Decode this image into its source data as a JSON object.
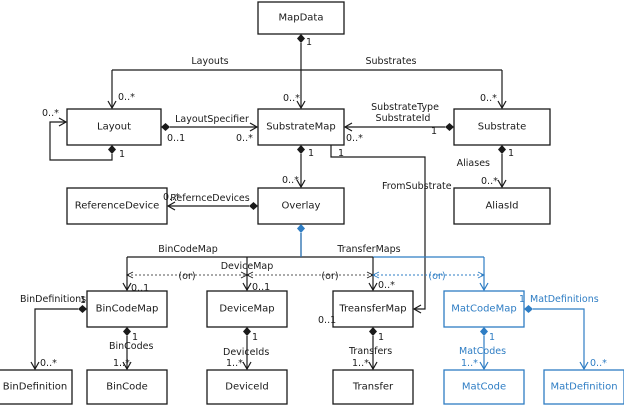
{
  "nodes": {
    "mapdata": "MapData",
    "layout": "Layout",
    "substratemap": "SubstrateMap",
    "substrate": "Substrate",
    "referencedevice": "ReferenceDevice",
    "overlay": "Overlay",
    "aliasid": "AliasId",
    "bincodemap": "BinCodeMap",
    "devicemap": "DeviceMap",
    "treansfermap": "TreansferMap",
    "matcodemap": "MatCodeMap",
    "bindefinition": "BinDefinition",
    "bincode": "BinCode",
    "deviceid": "DeviceId",
    "transfer": "Transfer",
    "matcode": "MatCode",
    "matdefinition": "MatDefinition"
  },
  "labels": {
    "layouts": "Layouts",
    "substrates": "Substrates",
    "layoutspecifier": "LayoutSpecifier",
    "substratetype": "SubstrateType",
    "substrateid": "SubstrateId",
    "aliases": "Aliases",
    "fromsubstrate": "FromSubstrate",
    "refernce_devices": "RefernceDevices",
    "bincodemap": "BinCodeMap",
    "transfermaps": "TransferMaps",
    "devicemap": "DeviceMap",
    "or1": "(or)",
    "or2": "(or)",
    "or3": "(or)",
    "bindefinitions": "BinDefinitions",
    "bincodes": "BinCodes",
    "deviceids": "DeviceIds",
    "transfers": "Transfers",
    "matcodes": "MatCodes",
    "matdefinitions": "MatDefinitions"
  },
  "multiplicities": {
    "mapdata_1": "1",
    "layout_0star": "0..*",
    "layout_self_0star": "0..*",
    "layout_1": "1",
    "layout_01": "0..1",
    "substratemap_0star_top": "0..*",
    "substratemap_0star_left": "0..*",
    "substratemap_0star_right": "0..*",
    "substratemap_1a": "1",
    "substratemap_1b": "1",
    "substrate_0star": "0..*",
    "substrate_1": "1",
    "substrate_1b": "1",
    "aliasid_0star": "0..*",
    "overlay_0star": "0..*",
    "refdev_0star": "0..*",
    "bincodemap_01": "0..1",
    "devicemap_01": "0..1",
    "treansfermap_0star": "0..*",
    "treansfermap_01": "0..1",
    "bincodemap_1": "1",
    "bindef_0star": "0..*",
    "bincodemap_1b": "1",
    "bincode_1star": "1..*",
    "devicemap_1": "1",
    "deviceid_1star": "1..*",
    "treansfermap_1": "1",
    "transfer_1star": "1..*",
    "matcodemap_1": "1",
    "matcodemap_1b": "1",
    "matcode_1star": "1..*",
    "matdef_0star": "0..*"
  },
  "colors": {
    "line": "#1a1a1a",
    "accent": "#2e7dc4"
  }
}
